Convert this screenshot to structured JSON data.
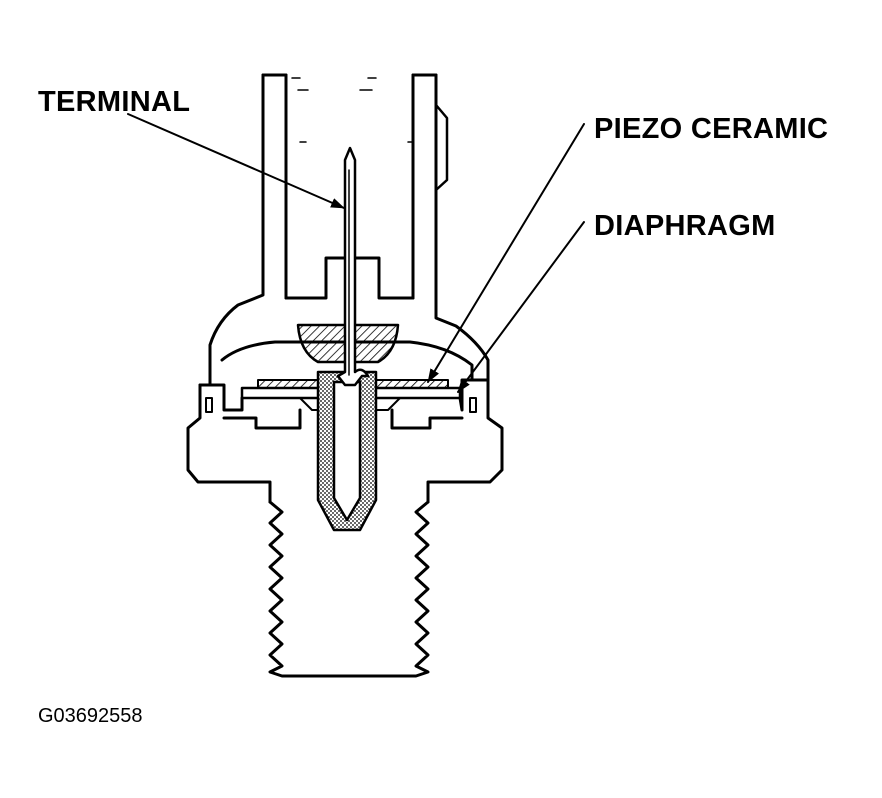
{
  "labels": {
    "terminal": "TERMINAL",
    "piezo_ceramic": "PIEZO CERAMIC",
    "diaphragm": "DIAPHRAGM"
  },
  "figure_id": "G03692558",
  "colors": {
    "ink": "#000000",
    "paper": "#ffffff"
  }
}
